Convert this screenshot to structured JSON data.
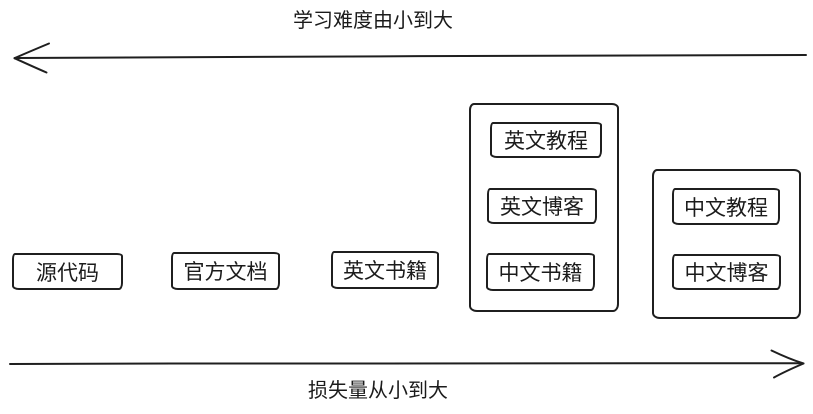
{
  "canvas": {
    "background": "#ffffff",
    "stroke_color": "#1f1f1f"
  },
  "top_axis": {
    "label": "学习难度由小到大",
    "arrow_direction": "left"
  },
  "bottom_axis": {
    "label": "损失量从小到大",
    "arrow_direction": "right"
  },
  "boxes": [
    {
      "id": "source-code",
      "label": "源代码"
    },
    {
      "id": "official-docs",
      "label": "官方文档"
    },
    {
      "id": "english-books",
      "label": "英文书籍"
    }
  ],
  "groups": [
    {
      "id": "group-mixed-english",
      "items": [
        {
          "label": "英文教程"
        },
        {
          "label": "英文博客"
        },
        {
          "label": "中文书籍"
        }
      ]
    },
    {
      "id": "group-chinese",
      "items": [
        {
          "label": "中文教程"
        },
        {
          "label": "中文博客"
        }
      ]
    }
  ]
}
